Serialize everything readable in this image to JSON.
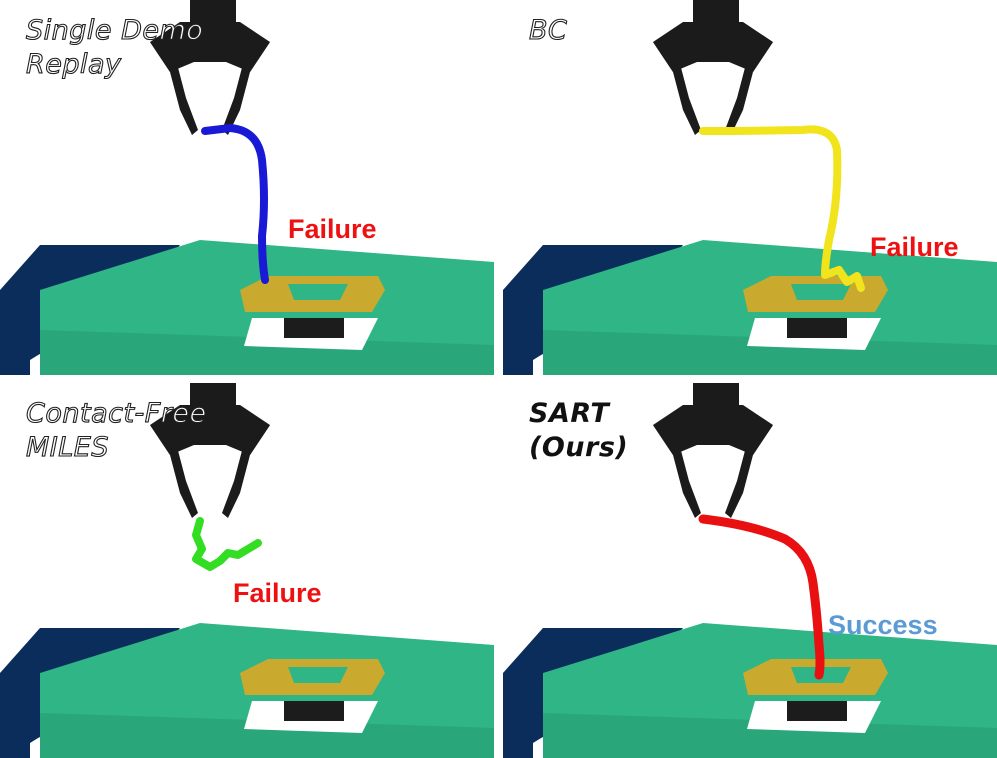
{
  "panels": [
    {
      "id": "single-demo-replay",
      "label": "Single Demo\nReplay",
      "label_style": "outline",
      "outcome": "Failure",
      "outcome_color": "#ee1111",
      "trajectory_color": "#1a1ad6"
    },
    {
      "id": "bc",
      "label": "BC",
      "label_style": "outline",
      "outcome": "Failure",
      "outcome_color": "#ee1111",
      "trajectory_color": "#f2e41c"
    },
    {
      "id": "contact-free-miles",
      "label": "Contact-Free\nMILES",
      "label_style": "outline",
      "outcome": "Failure",
      "outcome_color": "#ee1111",
      "trajectory_color": "#33dd22"
    },
    {
      "id": "sart",
      "label": "SART\n(Ours)",
      "label_style": "bold",
      "outcome": "Success",
      "outcome_color": "#5b9bd5",
      "trajectory_color": "#e81010"
    }
  ],
  "colors": {
    "board": "#2fb586",
    "board_dark": "#1f8c63",
    "floor": "#0b2d5c",
    "block": "#c9aa2e",
    "gripper": "#1b1b1b"
  }
}
